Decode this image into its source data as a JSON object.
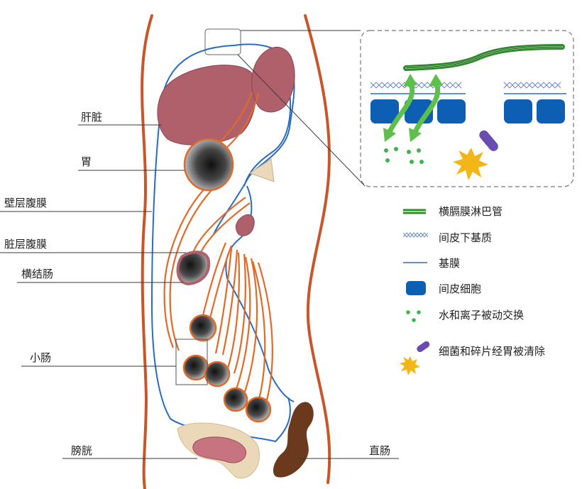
{
  "labels": {
    "liver": "肝脏",
    "stomach": "胃",
    "parietal_peritoneum": "壁层腹膜",
    "visceral_peritoneum": "脏层腹膜",
    "transverse_colon": "横结肠",
    "small_intestine": "小肠",
    "bladder": "膀胱",
    "rectum": "直肠"
  },
  "legend": [
    {
      "icon": "diaphragm-lymphatic-icon",
      "label": "横膈膜淋巴管",
      "color": "#2e8a2e"
    },
    {
      "icon": "submesothelial-matrix-icon",
      "label": "间皮下基质",
      "color": "#5b7fc4"
    },
    {
      "icon": "basement-membrane-icon",
      "label": "基膜",
      "color": "#2a6bbf"
    },
    {
      "icon": "mesothelial-cell-icon",
      "label": "间皮细胞",
      "color": "#0d5fb3"
    },
    {
      "icon": "water-ion-dots-icon",
      "label": "水和离子被动交换",
      "color": "#3cb54a"
    },
    {
      "icon": "bacteria-debris-icon",
      "label": "细菌和碎片经胃被清除",
      "color": "#6a4bb0"
    }
  ],
  "colors": {
    "body_wall": "#c8562a",
    "peritoneum": "#2a6bbf",
    "mesentery": "#e06a2a",
    "organ": "#b0606a",
    "rectum": "#6b3a1c",
    "arrow_green": "#5cc04a",
    "cell_blue": "#0d5fb3",
    "bacteria_purple": "#6a4bb0",
    "debris_yellow": "#f3b617"
  }
}
